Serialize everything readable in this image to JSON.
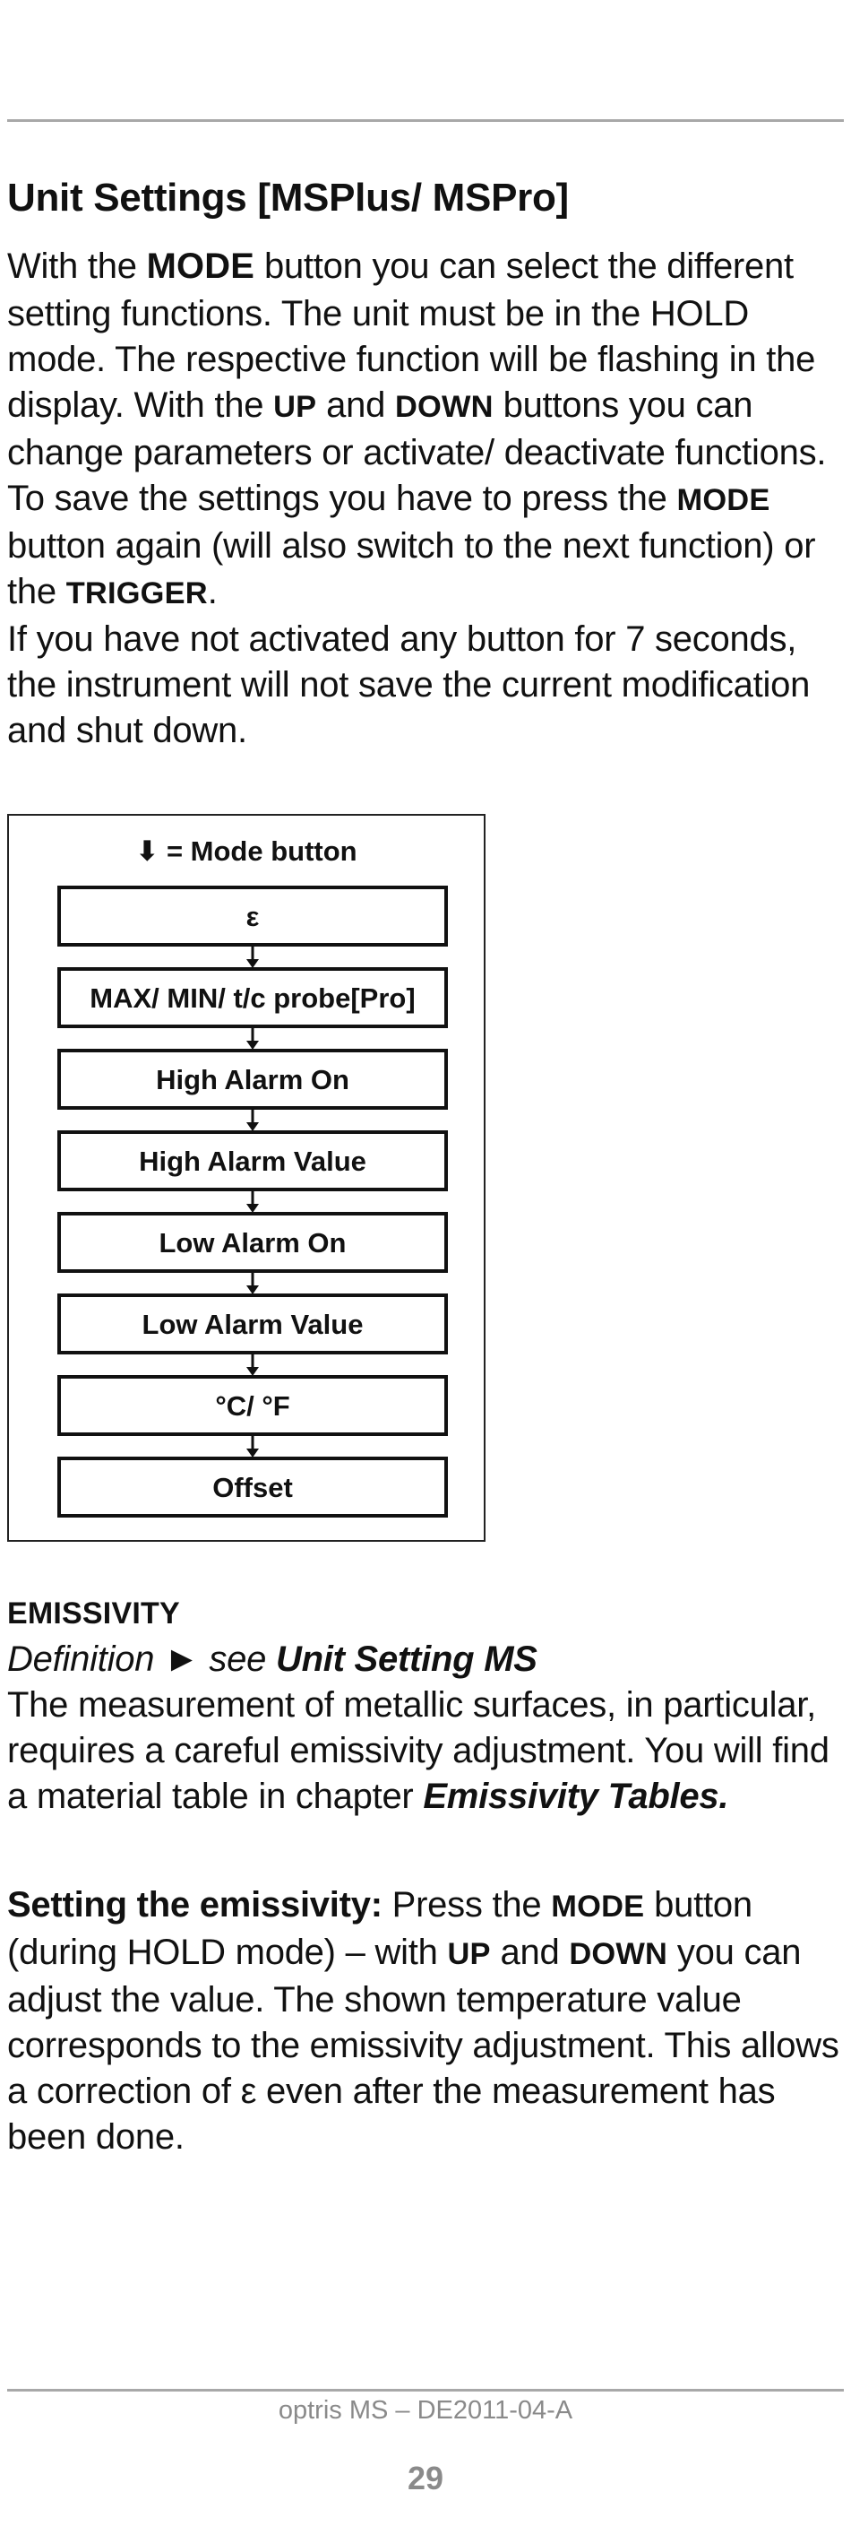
{
  "title": "Unit Settings [MSPlus/ MSPro]",
  "intro": {
    "s1_a": "With the ",
    "s1_mode": "Mode",
    "s1_b": " button you can select the different setting functions. The unit must be in the HOLD mode. The respective function will be flashing in the display. With the ",
    "s1_up": "Up",
    "s1_c": " and ",
    "s1_down": "Down",
    "s1_d": " buttons you can change parameters or activate/ deactivate functions.",
    "s2_a": "To save the settings you have to press the ",
    "s2_mode": "Mode",
    "s2_b": " button again (will also switch to the next function) or the ",
    "s2_trigger": "Trigger",
    "s2_c": ".",
    "s3": "If you have not activated any button for 7 seconds, the instrument will not save the current modification and shut down."
  },
  "flowchart": {
    "legend_arrow": "⬇",
    "legend_text": " = Mode button",
    "steps": [
      "ε",
      "MAX/ MIN/ t/c probe[Pro]",
      "High Alarm On",
      "High Alarm Value",
      "Low Alarm On",
      "Low Alarm Value",
      "°C/ °F",
      "Offset"
    ]
  },
  "emissivity": {
    "heading": "Emissivity",
    "def_a": "Definition ► see ",
    "def_b": "Unit Setting MS",
    "body_a": "The measurement of metallic surfaces, in particular, requires a careful emissivity adjustment. You will find a material table in chapter ",
    "body_b": "Emissivity Tables."
  },
  "setting": {
    "label": "Setting the emissivity:",
    "a": " Press the ",
    "mode": "Mode",
    "b": " button (during HOLD mode) – with ",
    "up": "Up",
    "c": " and ",
    "down": "Down",
    "d": " you can adjust the value. The shown temperature value corresponds to the emissivity adjustment. This allows a correction of ε even after the measurement has been done."
  },
  "footer": {
    "doc": "optris MS – DE2011-04-A",
    "page": "29"
  }
}
